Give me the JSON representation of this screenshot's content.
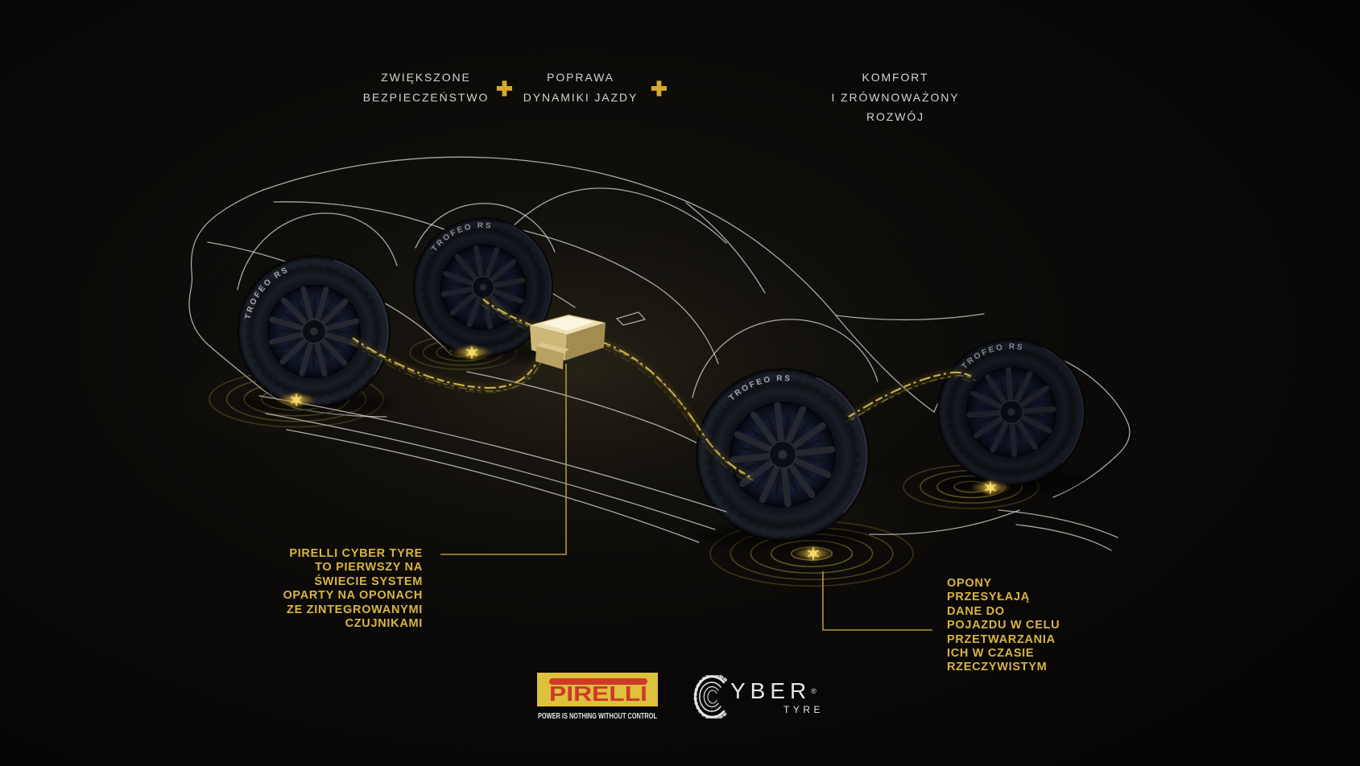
{
  "header": {
    "plus_symbol": "✚",
    "benefits": [
      {
        "line1": "ZWIĘKSZONE",
        "line2": "BEZPIECZEŃSTWO"
      },
      {
        "line1": "POPRAWA",
        "line2": "DYNAMIKI JAZDY"
      },
      {
        "line1": "KOMFORT",
        "line2": "I ZRÓWNOWAŻONY",
        "line3": "ROZWÓJ"
      }
    ]
  },
  "annotations": {
    "left": {
      "lines": [
        "PIRELLI CYBER TYRE",
        "TO PIERWSZY NA",
        "ŚWIECIE SYSTEM",
        "OPARTY NA OPONACH",
        "ZE ZINTEGROWANYMI",
        "CZUJNIKAMI"
      ]
    },
    "right": {
      "lines": [
        "OPONY",
        "PRZESYŁAJĄ",
        "DANE DO",
        "POJAZDU W CELU",
        "PRZETWARZANIA",
        "ICH W CZASIE",
        "RZECZYWISTYM"
      ]
    }
  },
  "diagram": {
    "tire_sidewall_label": "TROFEO RS"
  },
  "colors": {
    "gold_text": "#d9b53f",
    "gold_line": "#b3973a",
    "plus_gold": "#d7a92c",
    "header_text": "#d3d3d1",
    "pirelli_yellow": "#dec13c",
    "pirelli_red": "#d0382c"
  },
  "footer": {
    "pirelli": {
      "wordmark": "PIRELLI",
      "tagline": "POWER IS NOTHING WITHOUT CONTROL"
    },
    "cyber": {
      "rest": "YBER",
      "reg": "®",
      "sub": "TYRE"
    }
  }
}
